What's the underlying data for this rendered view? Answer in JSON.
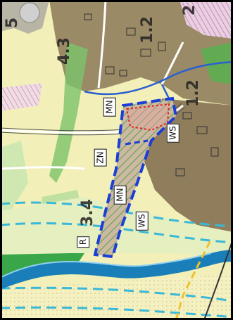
{
  "labels": {
    "mn_upper": "MN",
    "ws_right": "WS",
    "zn": "ZN",
    "mn_center": "MN",
    "ws_center": "WS",
    "r": "R"
  },
  "numbers": {
    "n_top_left": "5",
    "n_4_3": "4.3",
    "n_1_2": "1.2",
    "n_1_2b": "1.2",
    "n_3_4": "3.4",
    "n_top_right": "2"
  },
  "colors": {
    "urban_brown": "#9b8a66",
    "light_yellow": "#f2f0b8",
    "green": "#3aa64a",
    "light_green": "#cfe7b0",
    "river_blue": "#1a7fb8",
    "plan_boundary": "#1b3fd6",
    "hatch_red": "#e02020",
    "pink": "#e8b8e0",
    "orange_line": "#f0a030",
    "frame_black": "#000000"
  },
  "legend_symbols": [
    "plan-boundary",
    "river",
    "road",
    "hatched-area"
  ]
}
